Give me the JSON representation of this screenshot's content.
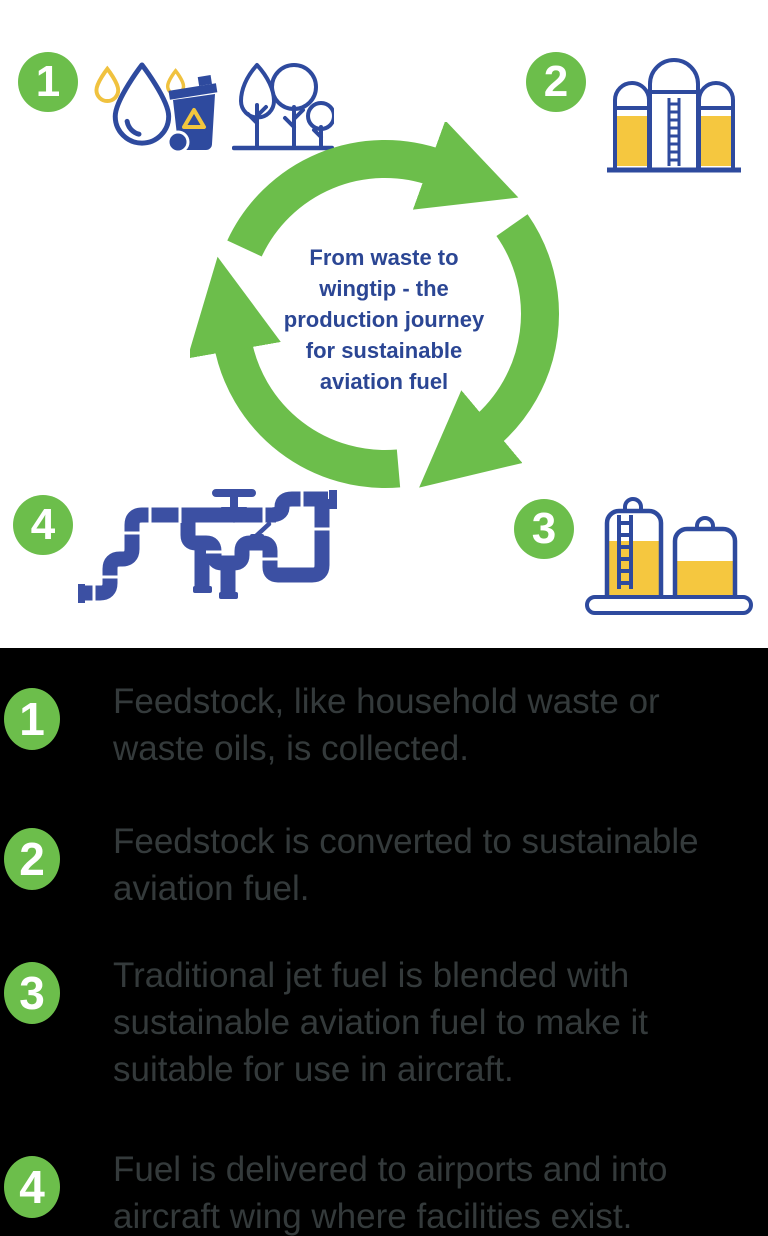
{
  "colors": {
    "green": "#6CBE4B",
    "navy_outline": "#2E4A9E",
    "navy_pipes": "#3C50A3",
    "navy_text": "#2B4694",
    "yellow": "#F5C73F",
    "list_background": "#000000",
    "list_text": "#343A3B"
  },
  "cycle": {
    "lines": [
      "From waste to",
      "wingtip - the",
      "production journey",
      "for sustainable",
      "aviation fuel"
    ]
  },
  "diagram_steps": [
    {
      "number": "1",
      "icons": [
        "oil-droplets-icon",
        "recycling-bin-icon",
        "trees-icon"
      ]
    },
    {
      "number": "2",
      "icons": [
        "refinery-silos-icon"
      ]
    },
    {
      "number": "3",
      "icons": [
        "blending-storage-tanks-icon"
      ]
    },
    {
      "number": "4",
      "icons": [
        "pipeline-valves-icon"
      ]
    }
  ],
  "list_steps": [
    {
      "number": "1",
      "lines": [
        "Feedstock, like household waste or",
        "waste oils, is collected."
      ]
    },
    {
      "number": "2",
      "lines": [
        "Feedstock is converted to sustainable",
        "aviation fuel."
      ]
    },
    {
      "number": "3",
      "lines": [
        "Traditional jet fuel is blended with",
        "sustainable aviation fuel to make it",
        "suitable for use in aircraft."
      ]
    },
    {
      "number": "4",
      "lines": [
        "Fuel is delivered to airports and into",
        "aircraft wing where facilities exist."
      ]
    }
  ]
}
